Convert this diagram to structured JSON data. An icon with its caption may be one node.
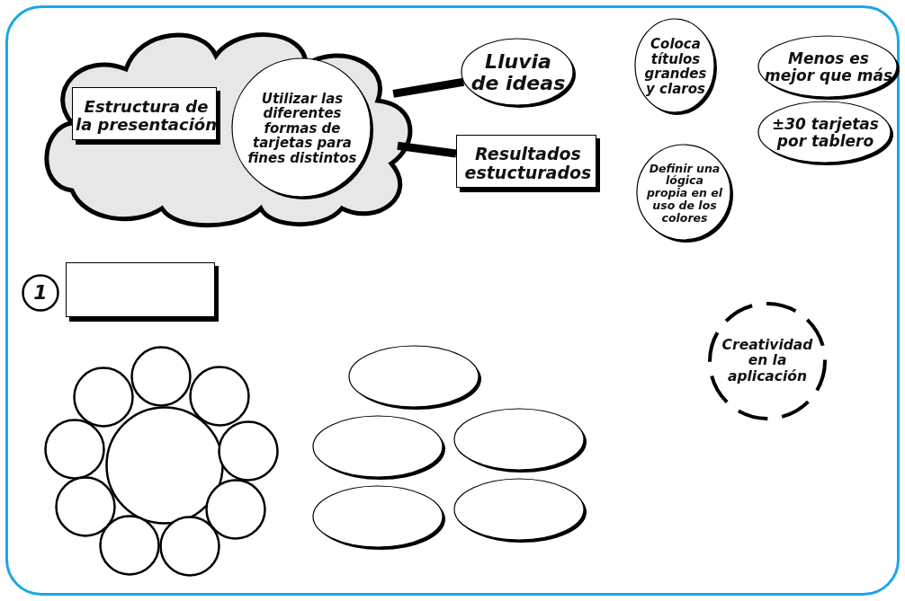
{
  "diagram": {
    "nodes": [
      {
        "text": [],
        "shape": "cloud"
      },
      {
        "text": [
          "Estructura de la presentación"
        ],
        "in": 0
      },
      {
        "text": [
          "Utilizar las diferentes formas de tarjetas para fines distintos"
        ],
        "in": 0
      },
      {
        "text": [
          "Lluvia de ideas"
        ]
      },
      {
        "text": [
          "Coloca títulos grandes y claros"
        ]
      },
      {
        "text": [
          "Menos es mejor que más"
        ]
      },
      {
        "text": [
          "±30 tarjetas por tablero"
        ]
      },
      {
        "text": [
          "Resultados estucturados"
        ]
      },
      {
        "text": [
          "Definir una lógica propia en el uso de los colores"
        ]
      },
      {
        "text": [
          "1"
        ]
      },
      {
        "text": [],
        "shape": "box"
      },
      {
        "text": [],
        "shape": "circle"
      },
      {
        "text": [],
        "shape": "circle"
      },
      {
        "text": [],
        "shape": "circle"
      },
      {
        "text": [],
        "shape": "circle"
      },
      {
        "text": [],
        "shape": "circle"
      },
      {
        "text": [],
        "shape": "circle"
      },
      {
        "text": [],
        "shape": "circle"
      },
      {
        "text": [],
        "shape": "circle"
      },
      {
        "text": [],
        "shape": "circle"
      },
      {
        "text": [],
        "shape": "circle"
      },
      {
        "text": [],
        "shape": "ellipse"
      },
      {
        "text": [],
        "shape": "ellipse"
      },
      {
        "text": [],
        "shape": "ellipse"
      },
      {
        "text": [],
        "shape": "ellipse"
      },
      {
        "text": [],
        "shape": "ellipse"
      },
      {
        "text": [
          "Creatividad en la aplicación"
        ]
      }
    ],
    "edges": [
      {
        "from": 0,
        "to": 3,
        "arrow": "none"
      },
      {
        "from": 0,
        "to": 7,
        "arrow": "none"
      }
    ]
  }
}
